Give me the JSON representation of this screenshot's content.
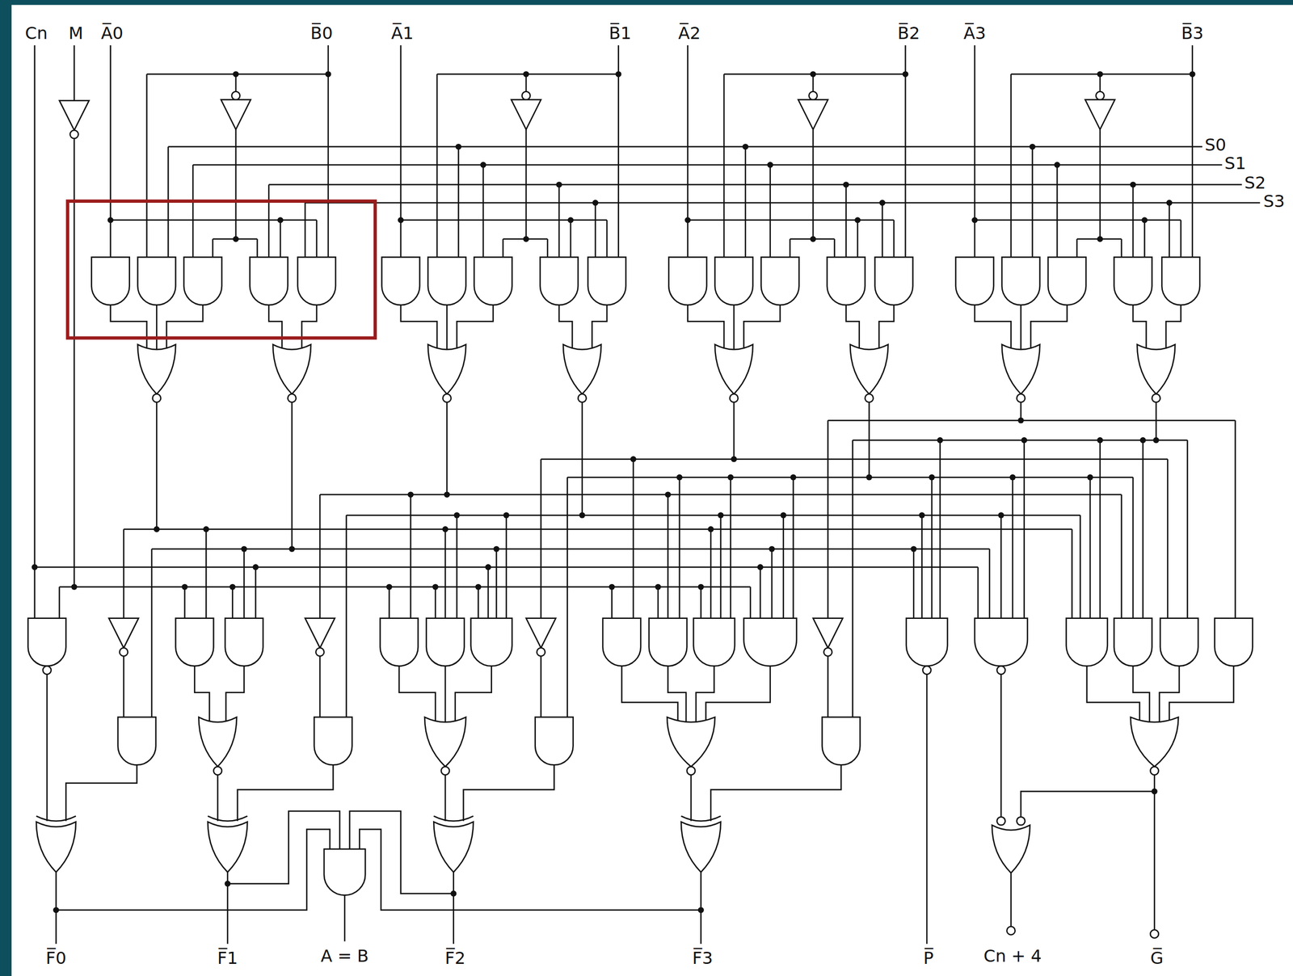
{
  "diagram": {
    "labels": [
      "Cn",
      "M",
      "A̅0",
      "B̅0",
      "A̅1",
      "B̅1",
      "A̅2",
      "B̅2",
      "A̅3",
      "B̅3",
      "S0",
      "S1",
      "S2",
      "S3",
      "F̅0",
      "F̅1",
      "A = B",
      "F̅2",
      "F̅3",
      "P̅",
      "Cn + 4",
      "G̅"
    ]
  }
}
